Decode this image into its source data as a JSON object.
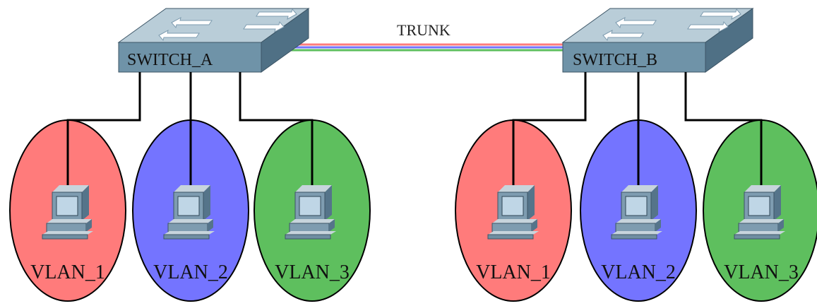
{
  "diagram": {
    "trunk_label": "TRUNK",
    "switches": [
      {
        "id": "a",
        "label": "SWITCH_A"
      },
      {
        "id": "b",
        "label": "SWITCH_B"
      }
    ],
    "vlans": [
      {
        "switch": "a",
        "label": "VLAN_1",
        "color": "#ff7b7b"
      },
      {
        "switch": "a",
        "label": "VLAN_2",
        "color": "#7474ff"
      },
      {
        "switch": "a",
        "label": "VLAN_3",
        "color": "#5ebf5e"
      },
      {
        "switch": "b",
        "label": "VLAN_1",
        "color": "#ff7b7b"
      },
      {
        "switch": "b",
        "label": "VLAN_2",
        "color": "#7474ff"
      },
      {
        "switch": "b",
        "label": "VLAN_3",
        "color": "#5ebf5e"
      }
    ],
    "trunk_colors": [
      "#ff7b7b",
      "#7474ff",
      "#5ebf5e"
    ],
    "switch_colors": {
      "top": "#b9cdd8",
      "front": "#6f93a8",
      "side": "#4f7085"
    },
    "icons": {
      "switch": "switch-icon",
      "computer": "computer-icon"
    }
  }
}
